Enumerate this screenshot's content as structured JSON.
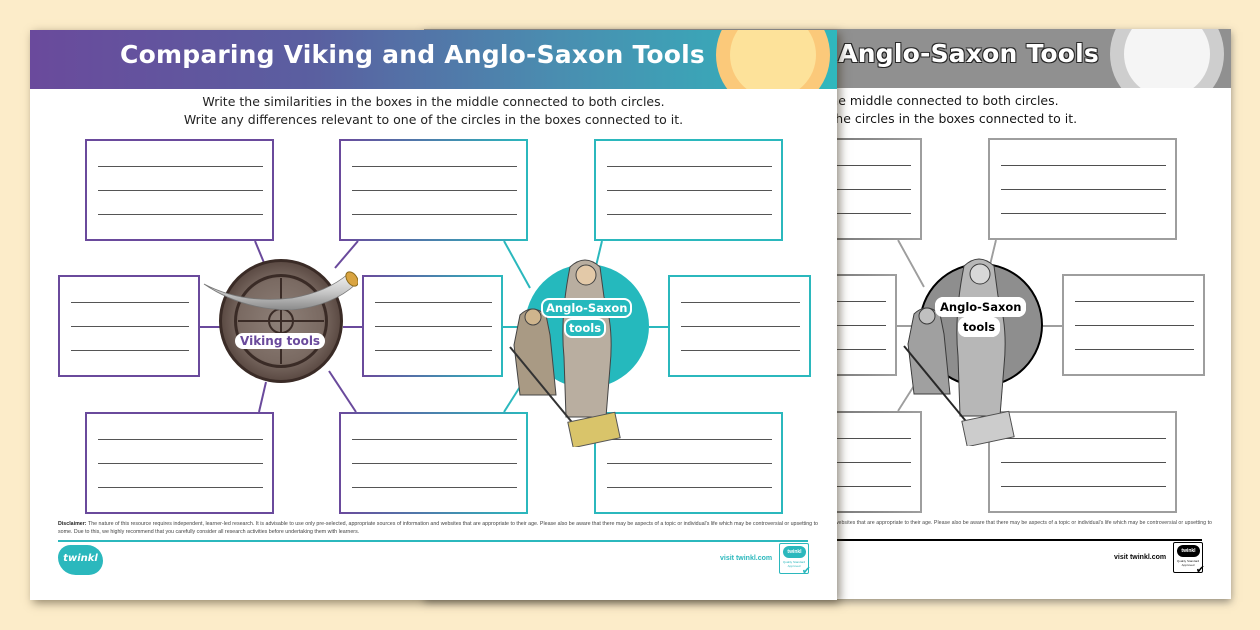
{
  "worksheet": {
    "title": "Comparing Viking and Anglo-Saxon Tools",
    "instructions": [
      "Write the similarities in the boxes in the middle connected to both circles.",
      "Write any differences relevant to one of the circles in the boxes connected to it."
    ],
    "circles": {
      "left": {
        "label": "Viking tools",
        "icon": "vegvisir-shield-with-drinking-horn"
      },
      "right": {
        "label_line1": "Anglo-Saxon",
        "label_line2": "tools",
        "icon": "anglo-saxon-farmers-illustration"
      }
    },
    "boxes": [
      {
        "id": "top-left",
        "group": "viking",
        "lines": 3
      },
      {
        "id": "top-middle",
        "group": "similarity",
        "lines": 3
      },
      {
        "id": "top-right",
        "group": "anglo-saxon",
        "lines": 3
      },
      {
        "id": "middle-left",
        "group": "viking",
        "lines": 3
      },
      {
        "id": "middle-center",
        "group": "similarity",
        "lines": 3
      },
      {
        "id": "middle-right",
        "group": "anglo-saxon",
        "lines": 3
      },
      {
        "id": "bottom-left",
        "group": "viking",
        "lines": 3
      },
      {
        "id": "bottom-middle",
        "group": "similarity",
        "lines": 3
      },
      {
        "id": "bottom-right",
        "group": "anglo-saxon",
        "lines": 3
      }
    ],
    "disclaimer_label": "Disclaimer:",
    "disclaimer_text": "The nature of this resource requires independent, learner-led research. It is advisable to use only pre-selected, appropriate sources of information and websites that are appropriate to their age. Please also be aware that there may be aspects of a topic or individual's life which may be controversial or upsetting to some. Due to this, we highly recommend that you carefully consider all research activities before undertaking them with learners.",
    "logo_text": "twinkl",
    "visit_link": "visit twinkl.com",
    "badge": {
      "logo": "twinkl",
      "text": "Quality Standard Approved"
    }
  },
  "colors": {
    "background": "#fcecc9",
    "viking_purple": "#6a4a9c",
    "anglo_teal": "#2bb8bd",
    "sun": "#fbc97a"
  },
  "versions": [
    "colour",
    "black-and-white"
  ]
}
